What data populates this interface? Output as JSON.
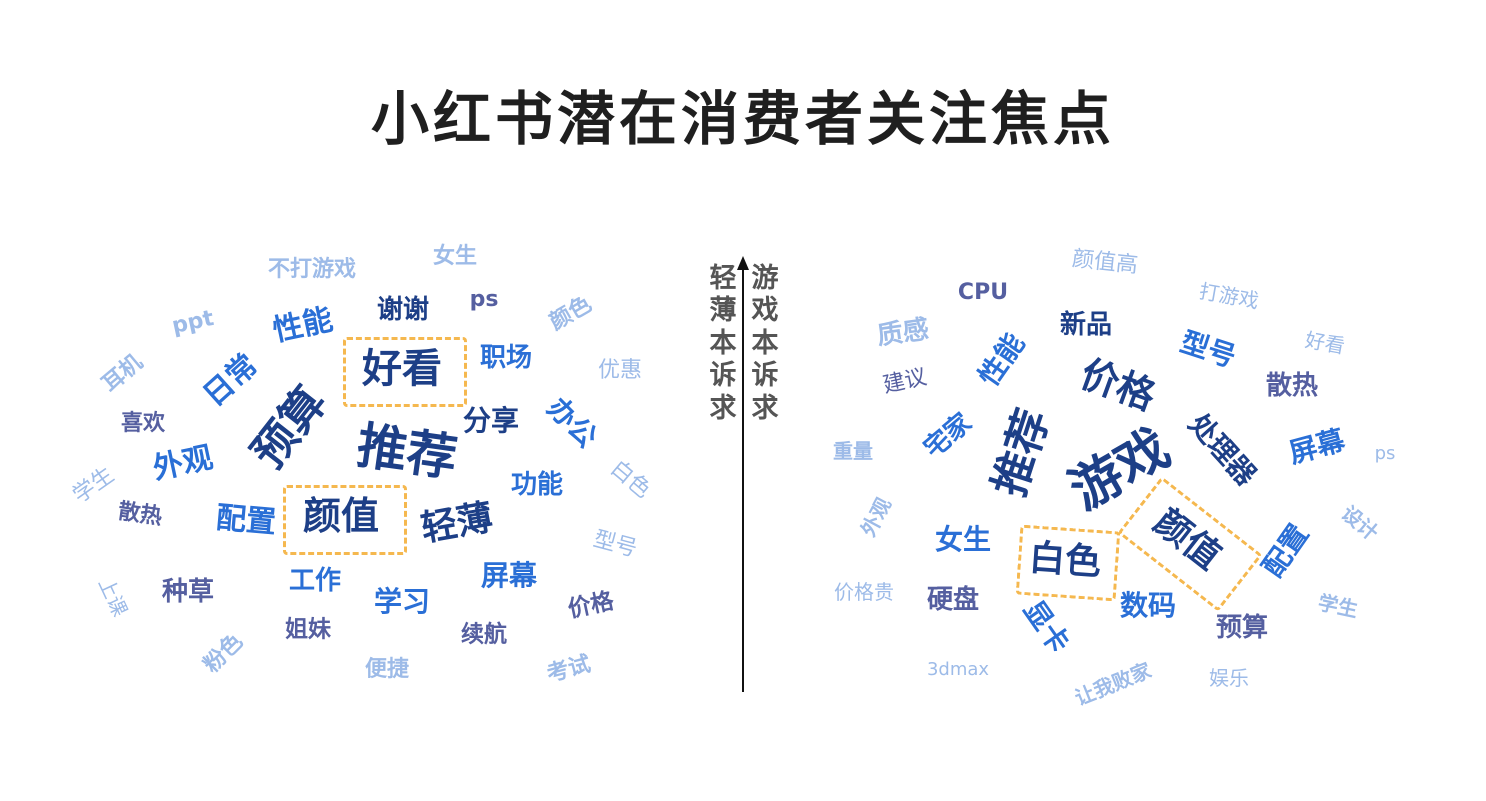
{
  "title": "小红书潜在消费者关注焦点",
  "axis": {
    "left_label": "轻薄本诉求",
    "right_label": "游戏本诉求"
  },
  "colors": {
    "dark": "#1d3f87",
    "blue": "#2a6fd6",
    "slate": "#555fa0",
    "light": "#9dbbe8",
    "highlight_box": "#f5b84f"
  },
  "left_cloud": [
    {
      "text": "推荐",
      "color": "dark"
    },
    {
      "text": "颜值",
      "color": "dark"
    },
    {
      "text": "好看",
      "color": "dark"
    },
    {
      "text": "预算",
      "color": "dark"
    },
    {
      "text": "轻薄",
      "color": "dark"
    },
    {
      "text": "日常",
      "color": "blue"
    },
    {
      "text": "性能",
      "color": "blue"
    },
    {
      "text": "外观",
      "color": "blue"
    },
    {
      "text": "配置",
      "color": "blue"
    },
    {
      "text": "分享",
      "color": "dark"
    },
    {
      "text": "功能",
      "color": "blue"
    },
    {
      "text": "职场",
      "color": "blue"
    },
    {
      "text": "办公",
      "color": "blue"
    },
    {
      "text": "谢谢",
      "color": "dark"
    },
    {
      "text": "工作",
      "color": "blue"
    },
    {
      "text": "学习",
      "color": "blue"
    },
    {
      "text": "屏幕",
      "color": "blue"
    },
    {
      "text": "种草",
      "color": "slate"
    },
    {
      "text": "姐妹",
      "color": "slate"
    },
    {
      "text": "续航",
      "color": "slate"
    },
    {
      "text": "价格",
      "color": "slate"
    },
    {
      "text": "喜欢",
      "color": "slate"
    },
    {
      "text": "散热",
      "color": "slate"
    },
    {
      "text": "ps",
      "color": "slate"
    },
    {
      "text": "不打游戏",
      "color": "light"
    },
    {
      "text": "女生",
      "color": "light"
    },
    {
      "text": "颜色",
      "color": "light"
    },
    {
      "text": "ppt",
      "color": "light"
    },
    {
      "text": "耳机",
      "color": "light"
    },
    {
      "text": "优惠",
      "color": "light"
    },
    {
      "text": "白色",
      "color": "light"
    },
    {
      "text": "学生",
      "color": "light"
    },
    {
      "text": "型号",
      "color": "light"
    },
    {
      "text": "上课",
      "color": "light"
    },
    {
      "text": "粉色",
      "color": "light"
    },
    {
      "text": "便捷",
      "color": "light"
    },
    {
      "text": "考试",
      "color": "light"
    }
  ],
  "right_cloud": [
    {
      "text": "游戏",
      "color": "dark"
    },
    {
      "text": "推荐",
      "color": "dark"
    },
    {
      "text": "颜值",
      "color": "dark"
    },
    {
      "text": "白色",
      "color": "dark"
    },
    {
      "text": "价格",
      "color": "dark"
    },
    {
      "text": "处理器",
      "color": "dark"
    },
    {
      "text": "性能",
      "color": "blue"
    },
    {
      "text": "新品",
      "color": "dark"
    },
    {
      "text": "型号",
      "color": "blue"
    },
    {
      "text": "宅家",
      "color": "blue"
    },
    {
      "text": "屏幕",
      "color": "blue"
    },
    {
      "text": "配置",
      "color": "blue"
    },
    {
      "text": "女生",
      "color": "blue"
    },
    {
      "text": "显卡",
      "color": "blue"
    },
    {
      "text": "数码",
      "color": "blue"
    },
    {
      "text": "硬盘",
      "color": "slate"
    },
    {
      "text": "预算",
      "color": "slate"
    },
    {
      "text": "散热",
      "color": "slate"
    },
    {
      "text": "CPU",
      "color": "slate"
    },
    {
      "text": "建议",
      "color": "slate"
    },
    {
      "text": "质感",
      "color": "light"
    },
    {
      "text": "颜值高",
      "color": "light"
    },
    {
      "text": "打游戏",
      "color": "light"
    },
    {
      "text": "好看",
      "color": "light"
    },
    {
      "text": "重量",
      "color": "light"
    },
    {
      "text": "ps",
      "color": "light"
    },
    {
      "text": "外观",
      "color": "light"
    },
    {
      "text": "设计",
      "color": "light"
    },
    {
      "text": "价格贵",
      "color": "light"
    },
    {
      "text": "学生",
      "color": "light"
    },
    {
      "text": "3dmax",
      "color": "light"
    },
    {
      "text": "让我败家",
      "color": "light"
    },
    {
      "text": "娱乐",
      "color": "light"
    }
  ]
}
